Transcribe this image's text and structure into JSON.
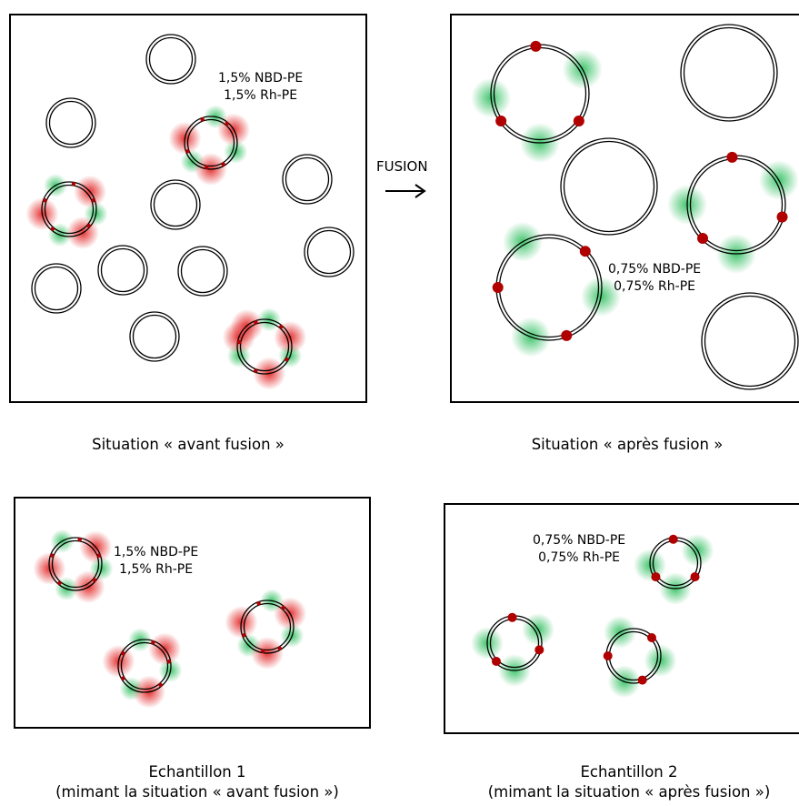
{
  "panels": {
    "before": {
      "label_line1": "1,5% NBD-PE",
      "label_line2": "1,5% Rh-PE"
    },
    "after": {
      "label_line1": "0,75% NBD-PE",
      "label_line2": "0,75% Rh-PE"
    },
    "sample1": {
      "label_line1": "1,5% NBD-PE",
      "label_line2": "1,5% Rh-PE"
    },
    "sample2": {
      "label_line1": "0,75% NBD-PE",
      "label_line2": "0,75% Rh-PE"
    }
  },
  "arrow": {
    "label": "FUSION"
  },
  "captions": {
    "before": "Situation « avant fusion »",
    "after": "Situation « après fusion »",
    "sample1_title": "Echantillon 1",
    "sample1_subtitle": "(mimant la situation « avant fusion »)",
    "sample2_title": "Echantillon 2",
    "sample2_subtitle": "(mimant la situation « après fusion »)"
  },
  "colors": {
    "nbd_green": "#22bb55",
    "rh_red": "#e01010",
    "dot_red": "#b00000",
    "line": "#000000"
  }
}
